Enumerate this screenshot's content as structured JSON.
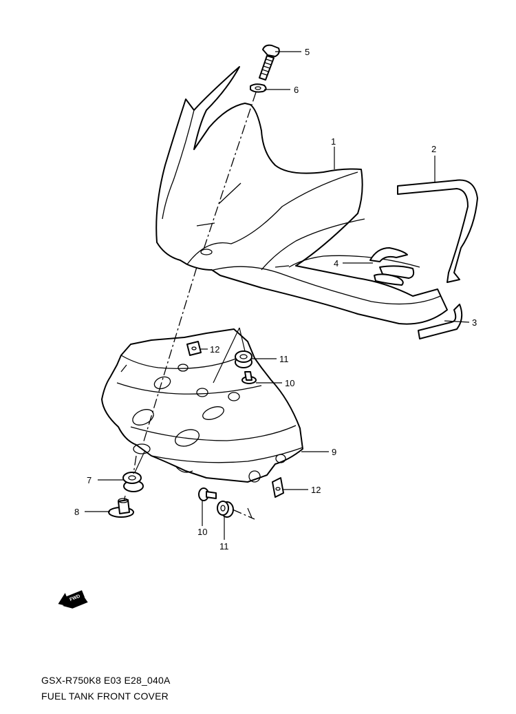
{
  "diagram": {
    "callouts": [
      {
        "id": "c5",
        "label": "5"
      },
      {
        "id": "c6",
        "label": "6"
      },
      {
        "id": "c1",
        "label": "1"
      },
      {
        "id": "c2",
        "label": "2"
      },
      {
        "id": "c4",
        "label": "4"
      },
      {
        "id": "c3",
        "label": "3"
      },
      {
        "id": "c12a",
        "label": "12"
      },
      {
        "id": "c11a",
        "label": "11"
      },
      {
        "id": "c10a",
        "label": "10"
      },
      {
        "id": "c9",
        "label": "9"
      },
      {
        "id": "c7",
        "label": "7"
      },
      {
        "id": "c8",
        "label": "8"
      },
      {
        "id": "c12b",
        "label": "12"
      },
      {
        "id": "c10b",
        "label": "10"
      },
      {
        "id": "c11b",
        "label": "11"
      }
    ],
    "fwd_label": "FWD"
  },
  "caption": {
    "code": "GSX-R750K8 E03 E28_040A",
    "title": "FUEL TANK FRONT COVER"
  }
}
